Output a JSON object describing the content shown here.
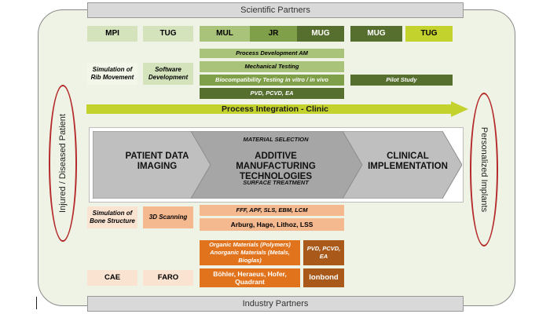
{
  "scientific_partners": "Scientific Partners",
  "industry_partners": "Industry Partners",
  "left_label": "Injured / Diseased Patient",
  "right_label": "Personalized Implants",
  "science_orgs": {
    "mpi": "MPI",
    "tug1": "TUG",
    "mul": "MUL",
    "jr": "JR",
    "mug1": "MUG",
    "mug2": "MUG",
    "tug2": "TUG"
  },
  "science_tasks": {
    "sim_rib": "Simulation of Rib Movement",
    "software_dev": "Software Development",
    "process_dev": "Process Development AM",
    "mech_testing": "Mechanical Testing",
    "biocompat": "Biocompatibility Testing in vitro / in vivo",
    "pilot": "Pilot Study",
    "pvd": "PVD, PCVD, EA"
  },
  "arrow_label": "Process Integration - Clinic",
  "process": {
    "step1": "PATIENT DATA IMAGING",
    "step2": "ADDITIVE MANUFACTURING TECHNOLOGIES",
    "step3": "CLINICAL IMPLEMENTATION",
    "material_selection": "MATERIAL SELECTION",
    "surface_treatment": "SURFACE TREATMENT"
  },
  "industry_tasks": {
    "sim_bone": "Simulation of Bone Structure",
    "scanning": "3D Scanning",
    "fff": "FFF, APF, SLS, EBM, LCM",
    "arburg": "Arburg, Hage, Lithoz, LSS",
    "materials": "Organic Materials (Polymers) Anorganic Materials (Metals, Bioglas)",
    "pvd2": "PVD, PCVD, EA",
    "cae": "CAE",
    "faro": "FARO",
    "bohler": "Böhler, Heraeus, Hofer, Quadrant",
    "ionbond": "Ionbond"
  },
  "colors": {
    "frame_bg": "#eef3e6",
    "light_green": "#d5e3bd",
    "mid_green": "#a9c47a",
    "green": "#7f9f48",
    "dark_green": "#566e2e",
    "lime": "#c4d22d",
    "light_peach": "#fbe3d2",
    "peach": "#f5b990",
    "orange": "#e0731c",
    "brown": "#a95a1a",
    "oval_red": "#b52a2a"
  }
}
